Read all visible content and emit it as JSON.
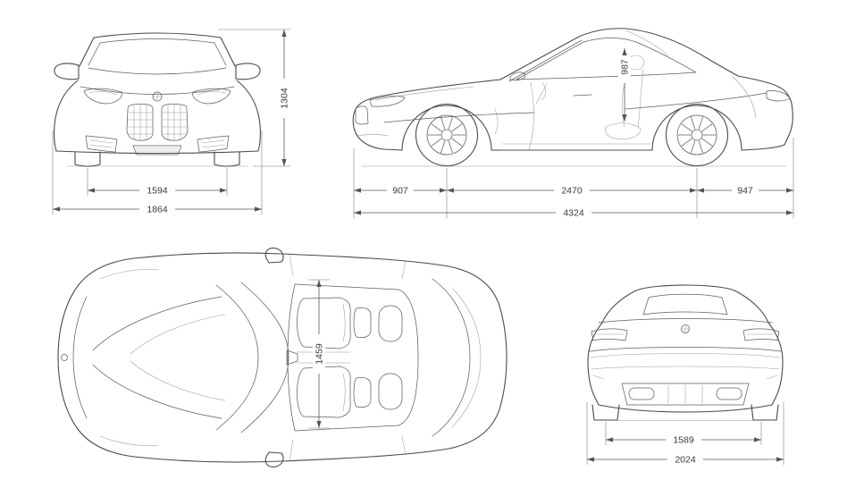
{
  "dims": {
    "front": {
      "track": "1594",
      "overall_width": "1864",
      "overall_height": "1304"
    },
    "side": {
      "front_overhang": "907",
      "wheelbase": "2470",
      "rear_overhang": "947",
      "overall_length": "4324",
      "cabin_height": "987"
    },
    "top": {
      "cabin_width": "1459"
    },
    "rear": {
      "track": "1589",
      "overall_width": "2024"
    }
  },
  "colors": {
    "line": "#4a4a4a",
    "dimension": "#555555",
    "background": "#ffffff"
  }
}
